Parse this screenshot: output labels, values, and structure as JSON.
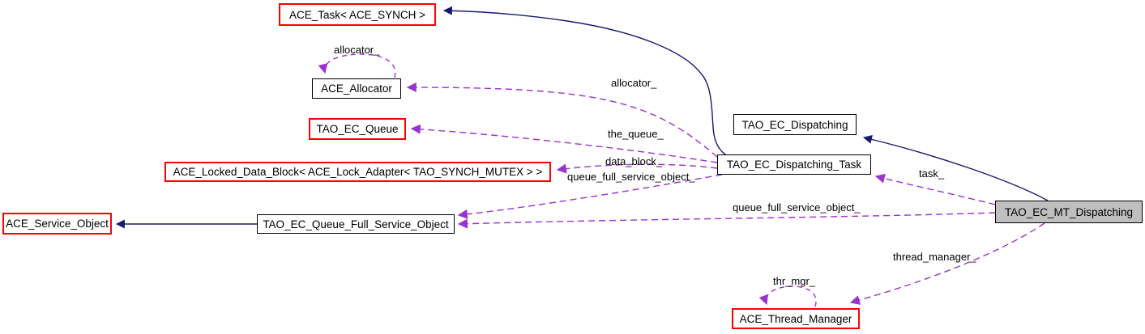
{
  "colors": {
    "edge-inheritance": "#191970",
    "edge-usage": "#9a32cd",
    "border-external": "#ff0000",
    "border-internal": "#000000",
    "fill-current": "#bfbfbf",
    "canvas": "#ffffff",
    "text": "#000000"
  },
  "nodes": {
    "ace_task": {
      "label": "ACE_Task< ACE_SYNCH >"
    },
    "ace_allocator": {
      "label": "ACE_Allocator"
    },
    "tao_ec_queue": {
      "label": "TAO_EC_Queue"
    },
    "ace_locked_data_block": {
      "label": "ACE_Locked_Data_Block< ACE_Lock_Adapter< TAO_SYNCH_MUTEX > >"
    },
    "ace_service_object": {
      "label": "ACE_Service_Object"
    },
    "tao_ec_queue_full_service_object": {
      "label": "TAO_EC_Queue_Full_Service_Object"
    },
    "tao_ec_dispatching": {
      "label": "TAO_EC_Dispatching"
    },
    "tao_ec_dispatching_task": {
      "label": "TAO_EC_Dispatching_Task"
    },
    "tao_ec_mt_dispatching": {
      "label": "TAO_EC_MT_Dispatching"
    },
    "ace_thread_manager": {
      "label": "ACE_Thread_Manager"
    }
  },
  "edge_labels": {
    "allocator_self": "allocator_",
    "allocator": "allocator_",
    "the_queue": "the_queue_",
    "data_block": "data_block_",
    "queue_full_service_object_left": "queue_full_service_object_",
    "task": "task_",
    "queue_full_service_object_right": "queue_full_service_object_",
    "thread_manager": "thread_manager_",
    "thr_mgr": "thr_mgr_"
  }
}
